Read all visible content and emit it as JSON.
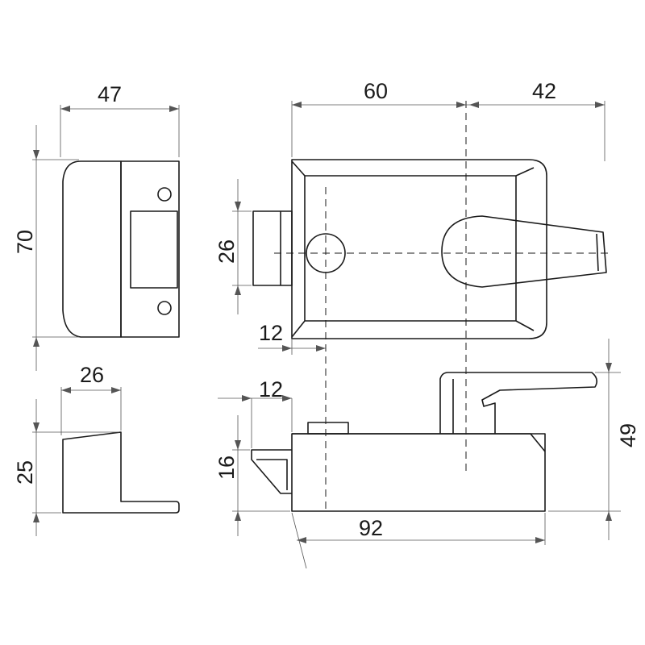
{
  "colors": {
    "background": "#ffffff",
    "line": "#1a1a1a",
    "dimension_line": "#555555"
  },
  "dimensions": {
    "side_depth": "47",
    "case_height": "70",
    "keep_depth": "26",
    "keep_height": "25",
    "front_width": "60",
    "handle_projection": "42",
    "bolt_height": "26",
    "bolt_throw_front": "12",
    "bolt_throw_plan": "12",
    "bolt_width_plan": "16",
    "total_width": "92",
    "plan_height": "49"
  }
}
